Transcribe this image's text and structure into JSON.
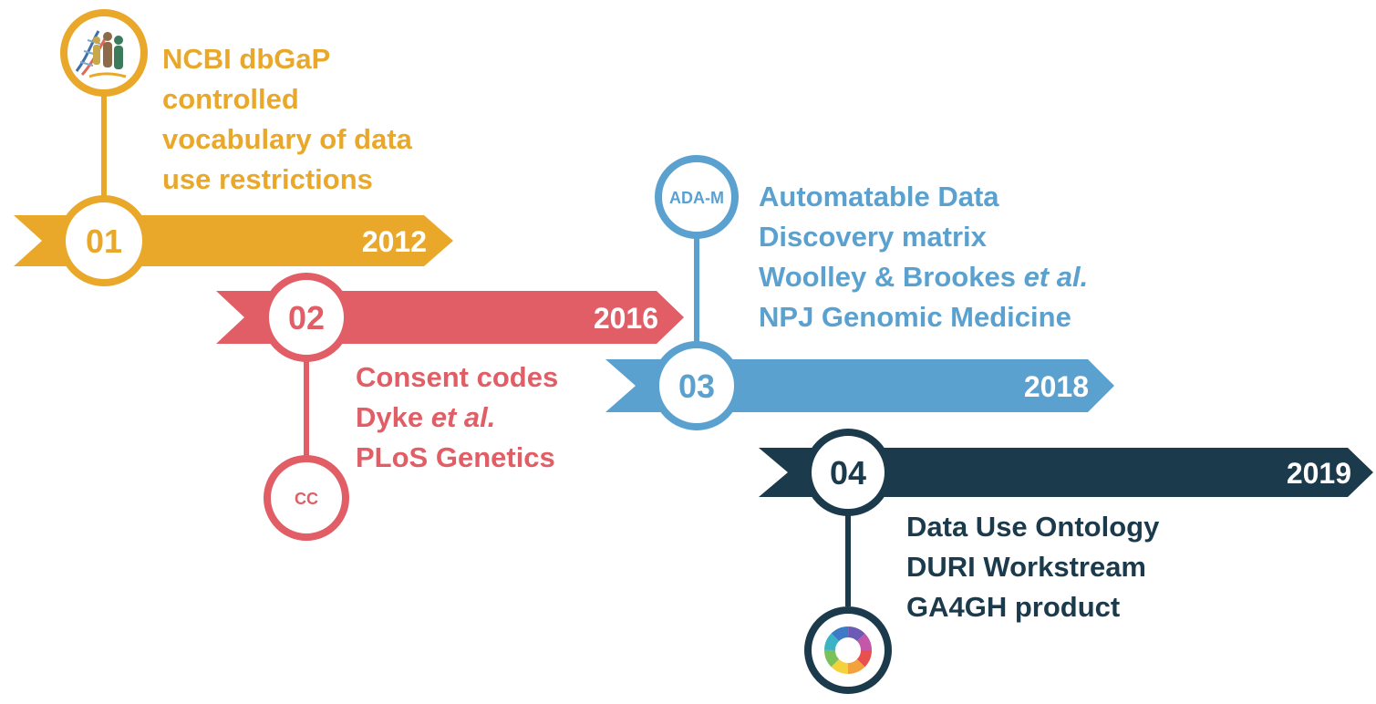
{
  "colors": {
    "m01": "#E9A82A",
    "m02": "#E15E66",
    "m03": "#5AA1CF",
    "m04": "#1B3A4B"
  },
  "milestones": [
    {
      "number": "01",
      "year": "2012",
      "icon": "dna-people-logo-icon",
      "lines": [
        [
          {
            "t": "NCBI dbGaP",
            "i": false
          }
        ],
        [
          {
            "t": "controlled",
            "i": false
          }
        ],
        [
          {
            "t": "vocabulary of data",
            "i": false
          }
        ],
        [
          {
            "t": "use restrictions",
            "i": false
          }
        ]
      ]
    },
    {
      "number": "02",
      "year": "2016",
      "icon_label": "CC",
      "lines": [
        [
          {
            "t": "Consent codes",
            "i": false
          }
        ],
        [
          {
            "t": "Dyke ",
            "i": false
          },
          {
            "t": "et al.",
            "i": true
          }
        ],
        [
          {
            "t": "PLoS Genetics",
            "i": false
          }
        ]
      ]
    },
    {
      "number": "03",
      "year": "2018",
      "icon_label": "ADA-M",
      "lines": [
        [
          {
            "t": "Automatable Data",
            "i": false
          }
        ],
        [
          {
            "t": "Discovery matrix",
            "i": false
          }
        ],
        [
          {
            "t": "Woolley & Brookes ",
            "i": false
          },
          {
            "t": "et al.",
            "i": true
          }
        ],
        [
          {
            "t": "NPJ Genomic Medicine",
            "i": false
          }
        ]
      ]
    },
    {
      "number": "04",
      "year": "2019",
      "icon": "ga4gh-ring-logo-icon",
      "lines": [
        [
          {
            "t": "Data Use Ontology",
            "i": false
          }
        ],
        [
          {
            "t": "DURI Workstream",
            "i": false
          }
        ],
        [
          {
            "t": "GA4GH product",
            "i": false
          }
        ]
      ]
    }
  ]
}
